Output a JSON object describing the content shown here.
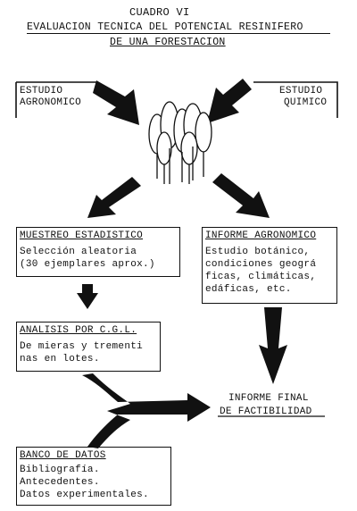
{
  "header": {
    "cuadro": "CUADRO VI",
    "title_line1": "EVALUACION TECNICA DEL POTENCIAL RESINIFERO",
    "title_line2": "DE UNA FORESTACION"
  },
  "nodes": {
    "estudio_agronomico": {
      "line1": "ESTUDIO",
      "line2": "AGRONOMICO"
    },
    "estudio_quimico": {
      "line1": "ESTUDIO",
      "line2": "QUIMICO"
    },
    "muestreo": {
      "title": "MUESTREO ESTADISTICO",
      "body1": "Selección aleatoria",
      "body2": "(30 ejemplares aprox.)"
    },
    "informe_agronomico": {
      "title": "INFORME AGRONOMICO",
      "body1": "Estudio botánico,",
      "body2": "condiciones geográ",
      "body3": "ficas, climáticas,",
      "body4": "edáficas, etc."
    },
    "analisis": {
      "title": "ANALISIS POR C.G.L.",
      "body1": "De mieras y trementi",
      "body2": "nas en lotes."
    },
    "informe_final": {
      "line1": "INFORME FINAL",
      "line2": "DE FACTIBILIDAD"
    },
    "banco": {
      "title": "BANCO DE DATOS",
      "body1": "Bibliografía.",
      "body2": "Antecedentes.",
      "body3": "Datos experimentales."
    }
  },
  "colors": {
    "ink": "#111111",
    "paper": "#ffffff"
  },
  "icons": {
    "forest": "trees-icon"
  }
}
